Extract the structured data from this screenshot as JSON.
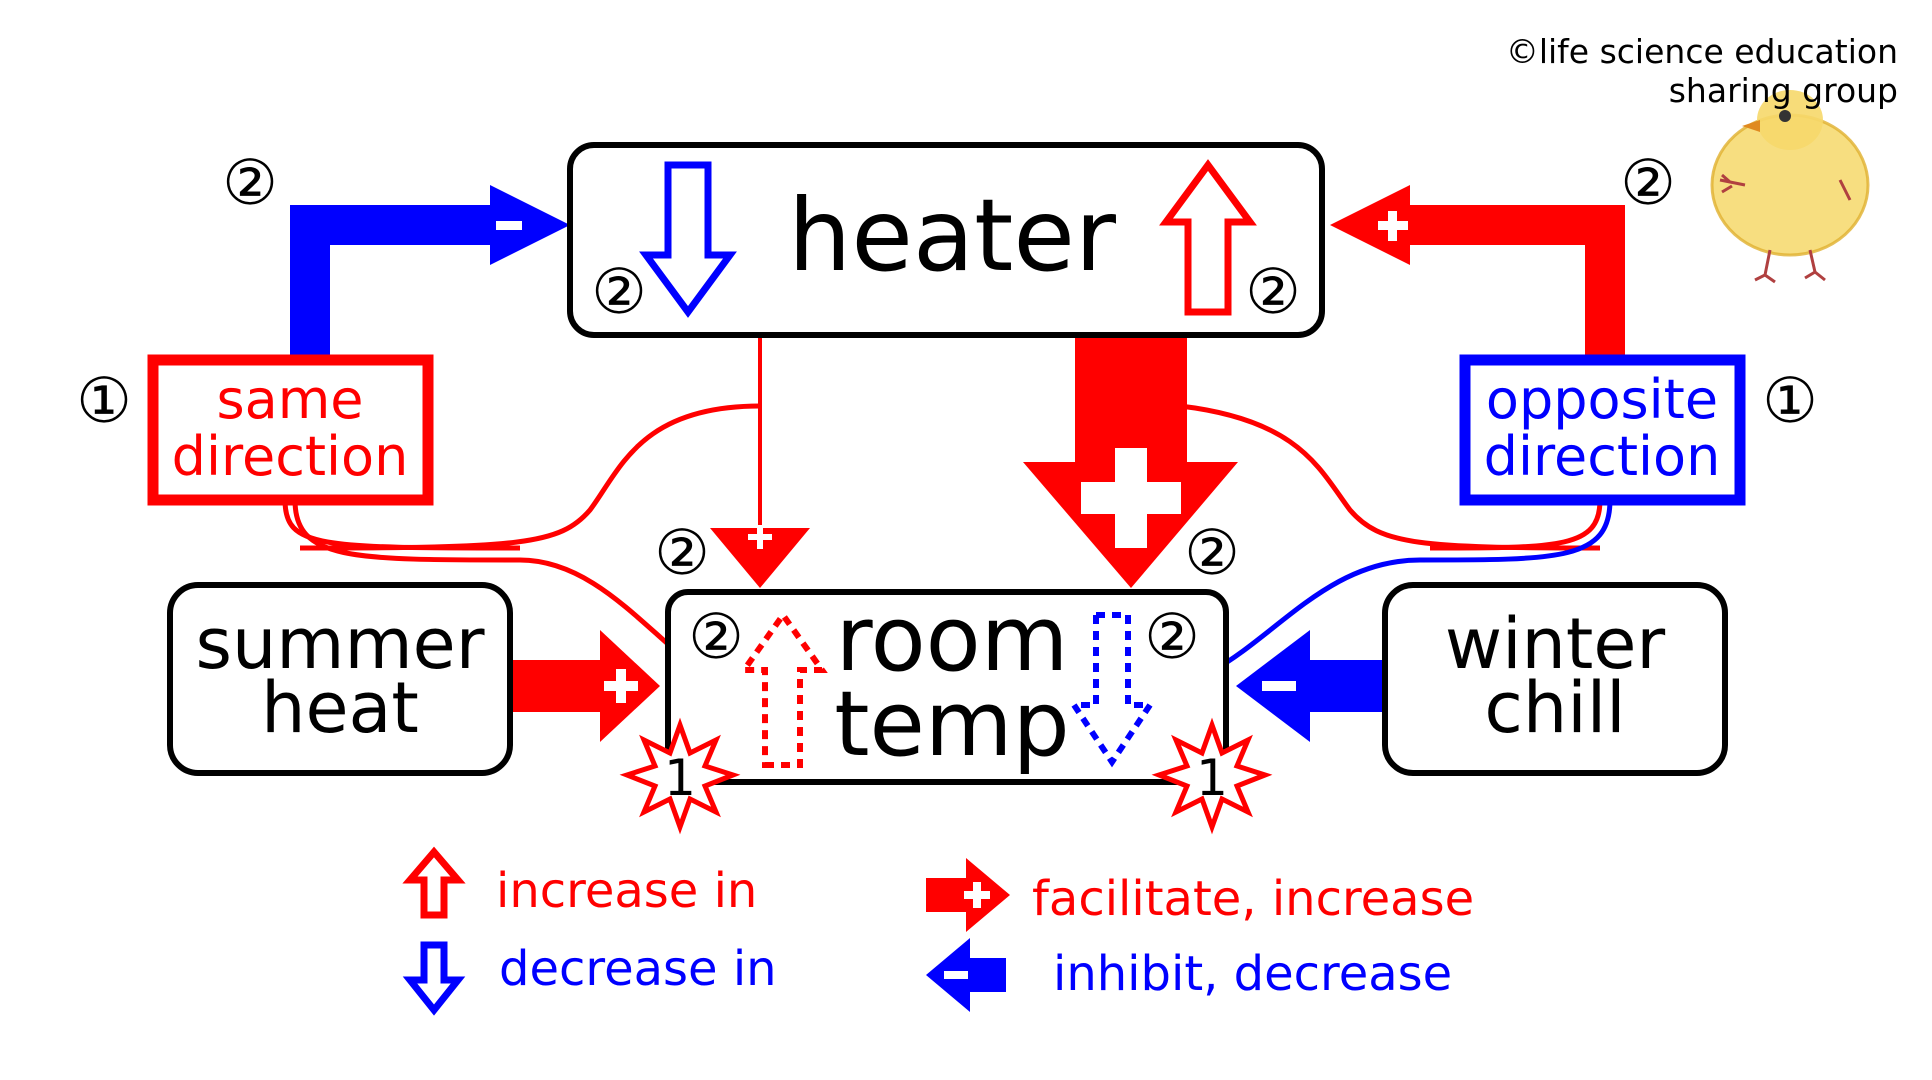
{
  "copyright": {
    "line1": "©life science education",
    "line2": "sharing group"
  },
  "heater": {
    "label": "heater"
  },
  "room": {
    "line1": "room",
    "line2": "temp"
  },
  "summer": {
    "line1": "summer",
    "line2": "heat"
  },
  "winter": {
    "line1": "winter",
    "line2": "chill"
  },
  "same": {
    "line1": "same",
    "line2": "direction"
  },
  "opposite": {
    "line1": "opposite",
    "line2": "direction"
  },
  "markers": {
    "one": "①",
    "two": "②",
    "burst": "1"
  },
  "legend": {
    "increase": "increase in",
    "decrease": "decrease in",
    "facilitate": "facilitate, increase",
    "inhibit": "inhibit, decrease"
  },
  "colors": {
    "red": "#ff0000",
    "blue": "#0000ff",
    "black": "#000000"
  },
  "icons": {
    "chick": "chick-drawing-icon",
    "plus": "plus-icon",
    "minus": "minus-icon"
  }
}
